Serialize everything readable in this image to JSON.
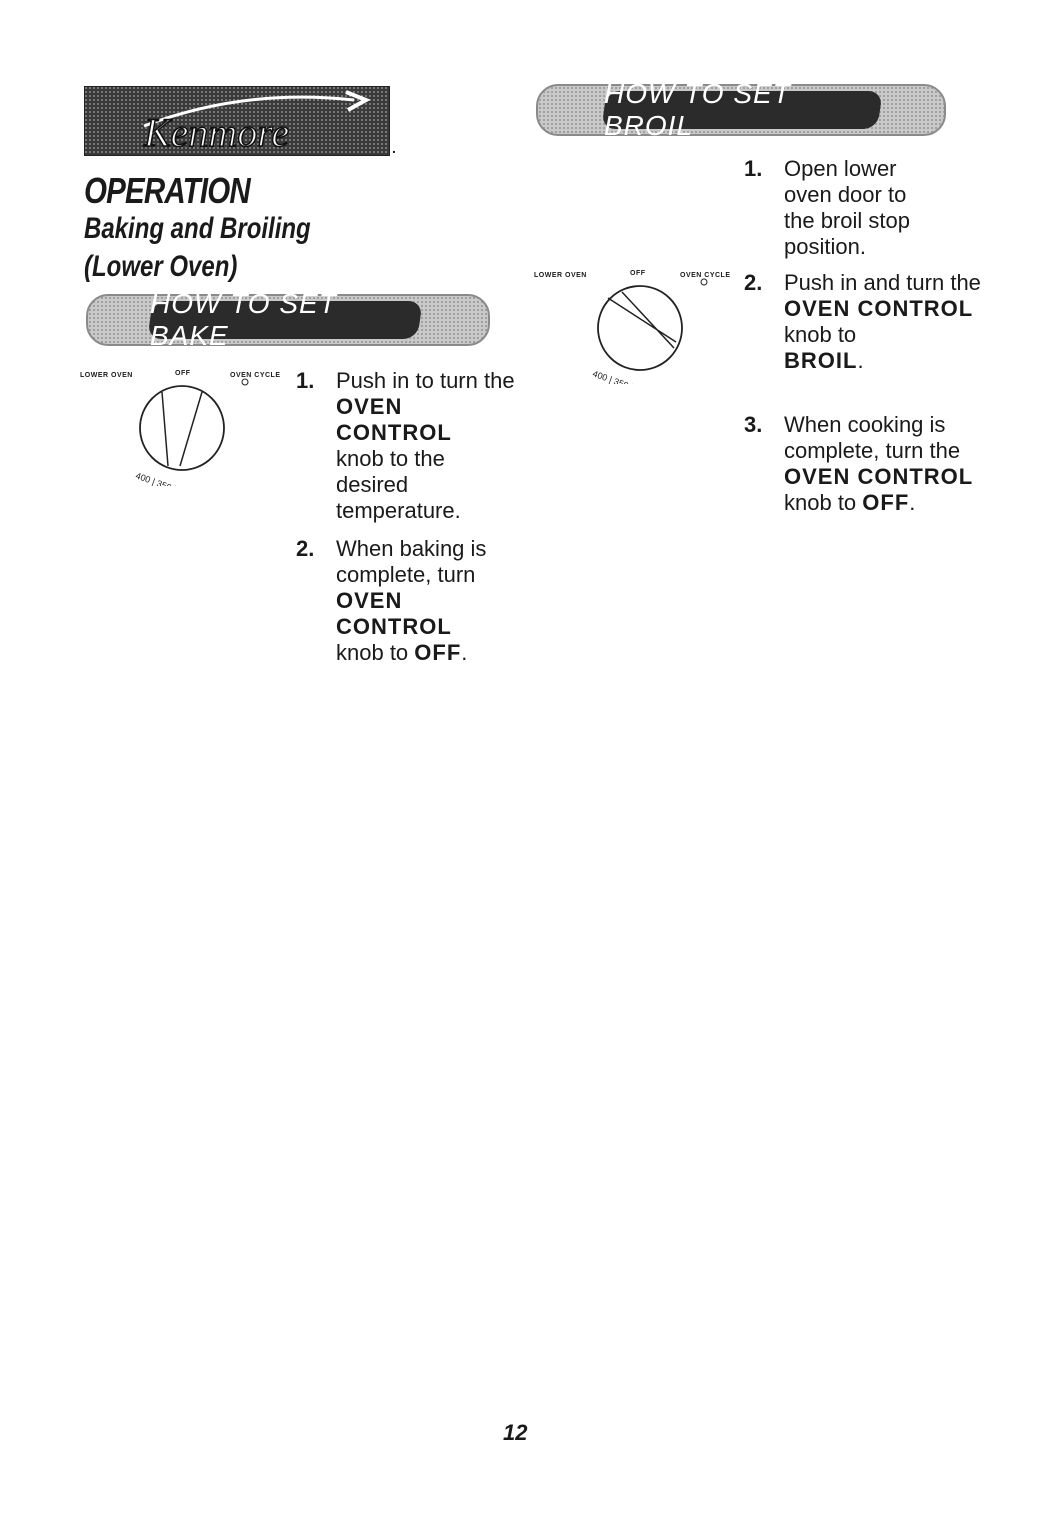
{
  "logo": {
    "brand": "Kenmore"
  },
  "heading": {
    "title": "OPERATION",
    "subtitle_line1": "Baking and Broiling",
    "subtitle_line2": "(Lower Oven)"
  },
  "bake": {
    "banner": "HOW TO SET BAKE",
    "dial": {
      "label_left": "LOWER OVEN",
      "label_off": "OFF",
      "label_right": "OVEN CYCLE"
    },
    "steps": [
      {
        "num": "1.",
        "pre": "Push in to turn the",
        "bold1": "OVEN CONTROL",
        "mid": "knob to the desired temperature.",
        "bold2": "",
        "end": ""
      },
      {
        "num": "2.",
        "pre": "When baking is complete, turn",
        "bold1": "OVEN CONTROL",
        "mid": "knob to",
        "bold2": "OFF",
        "end": "."
      }
    ]
  },
  "broil": {
    "banner": "HOW TO SET BROIL",
    "dial": {
      "label_left": "LOWER OVEN",
      "label_off": "OFF",
      "label_right": "OVEN CYCLE"
    },
    "steps": [
      {
        "num": "1.",
        "pre": "Open lower oven door to the broil stop position.",
        "bold1": "",
        "mid": "",
        "bold2": "",
        "end": ""
      },
      {
        "num": "2.",
        "pre": "Push in and turn the",
        "bold1": "OVEN CONTROL",
        "mid": "knob to",
        "bold2": "BROIL",
        "end": "."
      },
      {
        "num": "3.",
        "pre": "When cooking is complete, turn the",
        "bold1": "OVEN CONTROL",
        "mid": "knob to",
        "bold2": "OFF",
        "end": "."
      }
    ]
  },
  "page_number": "12"
}
